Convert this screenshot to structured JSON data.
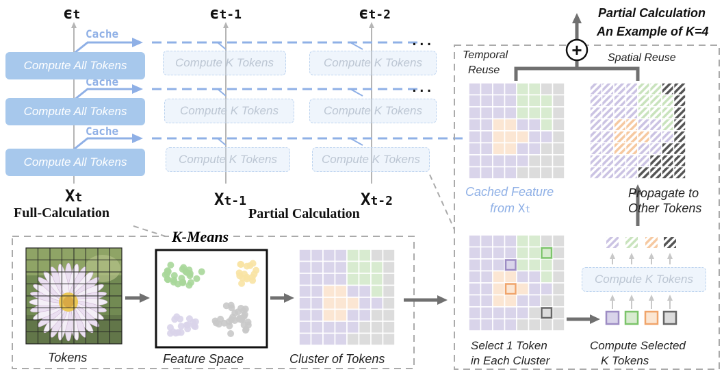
{
  "colors": {
    "full_box": "#a7c8ec",
    "k_box_border": "#bcd3ef",
    "cache_arrow": "#8fb0e6",
    "axis_gray": "#b5b5b5",
    "dash_gray": "#aaaaaa",
    "cluster_purple": "#d9d4ea",
    "cluster_green": "#d8ebd0",
    "cluster_orange": "#fbe6d3",
    "cluster_gray": "#dcdcdc"
  },
  "timesteps": {
    "top": [
      {
        "sym": "ϵ",
        "sub": "t"
      },
      {
        "sym": "ϵ",
        "sub": "t-1"
      },
      {
        "sym": "ϵ",
        "sub": "t-2"
      }
    ],
    "bottom": [
      {
        "sym": "X",
        "sub": "t"
      },
      {
        "sym": "X",
        "sub": "t-1"
      },
      {
        "sym": "X",
        "sub": "t-2"
      }
    ]
  },
  "boxes": {
    "full": "Compute All Tokens",
    "k": "Compute K Tokens"
  },
  "cache_label": "Cache",
  "ellipsis": "...",
  "section_labels": {
    "full_calc": "Full-Calculation",
    "partial_calc": "Partial Calculation",
    "kmeans": "K-Means"
  },
  "panel": {
    "title_line1": "Partial Calculation",
    "title_line2": "An Example of K=4",
    "plus": "+",
    "temporal_reuse_line1": "Temporal",
    "temporal_reuse_line2": "Reuse",
    "spatial_reuse": "Spatial Reuse",
    "cached_feature_line1": "Cached Feature",
    "cached_feature_line2": "from",
    "cached_feature_sym": "X",
    "cached_feature_sub": "t",
    "propagate_line1": "Propagate to",
    "propagate_line2": "Other Tokens",
    "compute_k": "Compute K Tokens",
    "select_line1": "Select 1 Token",
    "select_line2": "in Each Cluster",
    "compute_selected_line1": "Compute Selected",
    "compute_selected_line2": "K Tokens"
  },
  "kmeans_labels": {
    "tokens": "Tokens",
    "feature_space": "Feature Space",
    "cluster_of_tokens": "Cluster of Tokens"
  }
}
